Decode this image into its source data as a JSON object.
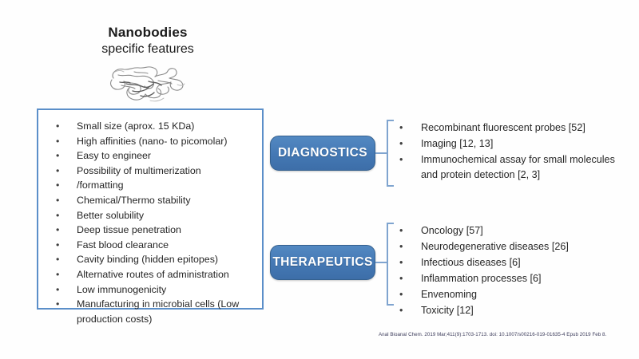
{
  "slide": {
    "background_color": "#fefefe",
    "accent_color": "#4478b4",
    "bracket_color": "#7fa4cf",
    "box_border_color": "#5b8fc9"
  },
  "title": {
    "main": "Nanobodies",
    "subtitle": "specific features"
  },
  "figure": {
    "name": "nanobody-protein-ribbon",
    "description": "Grayscale protein ribbon structure of a nanobody"
  },
  "features": {
    "items": [
      "Small size (aprox. 15 KDa)",
      "High affinities (nano- to picomolar)",
      "Easy to engineer",
      "Possibility of multimerization",
      "/formatting",
      "Chemical/Thermo stability",
      "Better solubility",
      "Deep tissue penetration",
      "Fast blood clearance",
      "Cavity binding (hidden epitopes)",
      "Alternative routes of administration",
      "Low immunogenicity",
      "Manufacturing in microbial cells (Low production costs)"
    ]
  },
  "categories": [
    {
      "id": "diagnostics",
      "label": "DIAGNOSTICS",
      "outcomes": [
        "Recombinant fluorescent probes [52]",
        "Imaging [12, 13]",
        "Immunochemical assay for small molecules and protein detection [2, 3]"
      ]
    },
    {
      "id": "therapeutics",
      "label": "THERAPEUTICS",
      "outcomes": [
        "Oncology [57]",
        "Neurodegenerative diseases [26]",
        "Infectious diseases [6]",
        "Inflammation processes  [6]",
        "Envenoming",
        "Toxicity [12]"
      ]
    }
  ],
  "citation": {
    "text": "Anal Bioanal Chem. 2019 Mar;411(9):1703-1713. doi: 10.1007/s00216-019-01635-4 Epub 2019 Feb 8."
  },
  "bullet_glyph": "•"
}
